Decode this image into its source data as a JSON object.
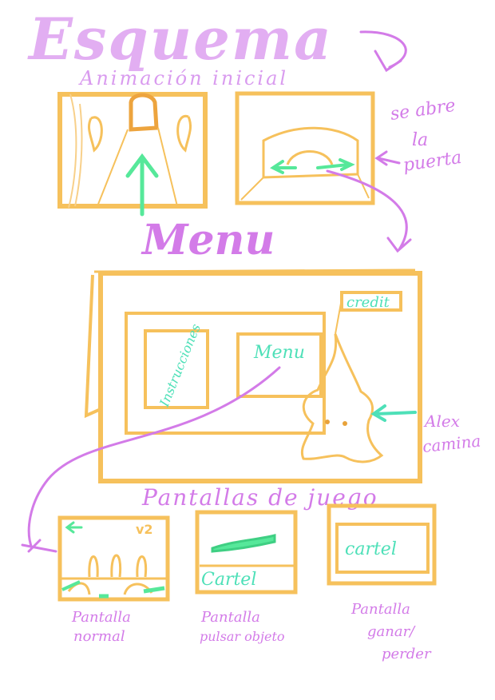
{
  "title": "Esquema",
  "labels": {
    "intro_section": "Animación inicial",
    "door_note": [
      "se abre",
      "la",
      "puerta"
    ],
    "menu_heading": "Menu",
    "credits_button": "credit",
    "instructions_panel": "Instrucciones",
    "menu_panel": "Menu",
    "character_note": [
      "Alex",
      "camina"
    ],
    "game_screens_heading": "Pantallas de juego",
    "screen_version": "v2",
    "sign_label_object": "Cartel",
    "sign_label_winlose": "cartel",
    "caption_normal": [
      "Pantalla",
      "normal"
    ],
    "caption_object": [
      "Pantalla",
      "pulsar objeto"
    ],
    "caption_winlose": [
      "Pantalla",
      "ganar/",
      "perder"
    ]
  },
  "colors": {
    "frame": "#F6C15C",
    "frame_dark": "#EDA43E",
    "purple": "#D37BE8",
    "purple_title": "#DDA0F0",
    "green": "#56E89A",
    "teal": "#4EE0B8",
    "char_eye": "#E8A23A"
  }
}
